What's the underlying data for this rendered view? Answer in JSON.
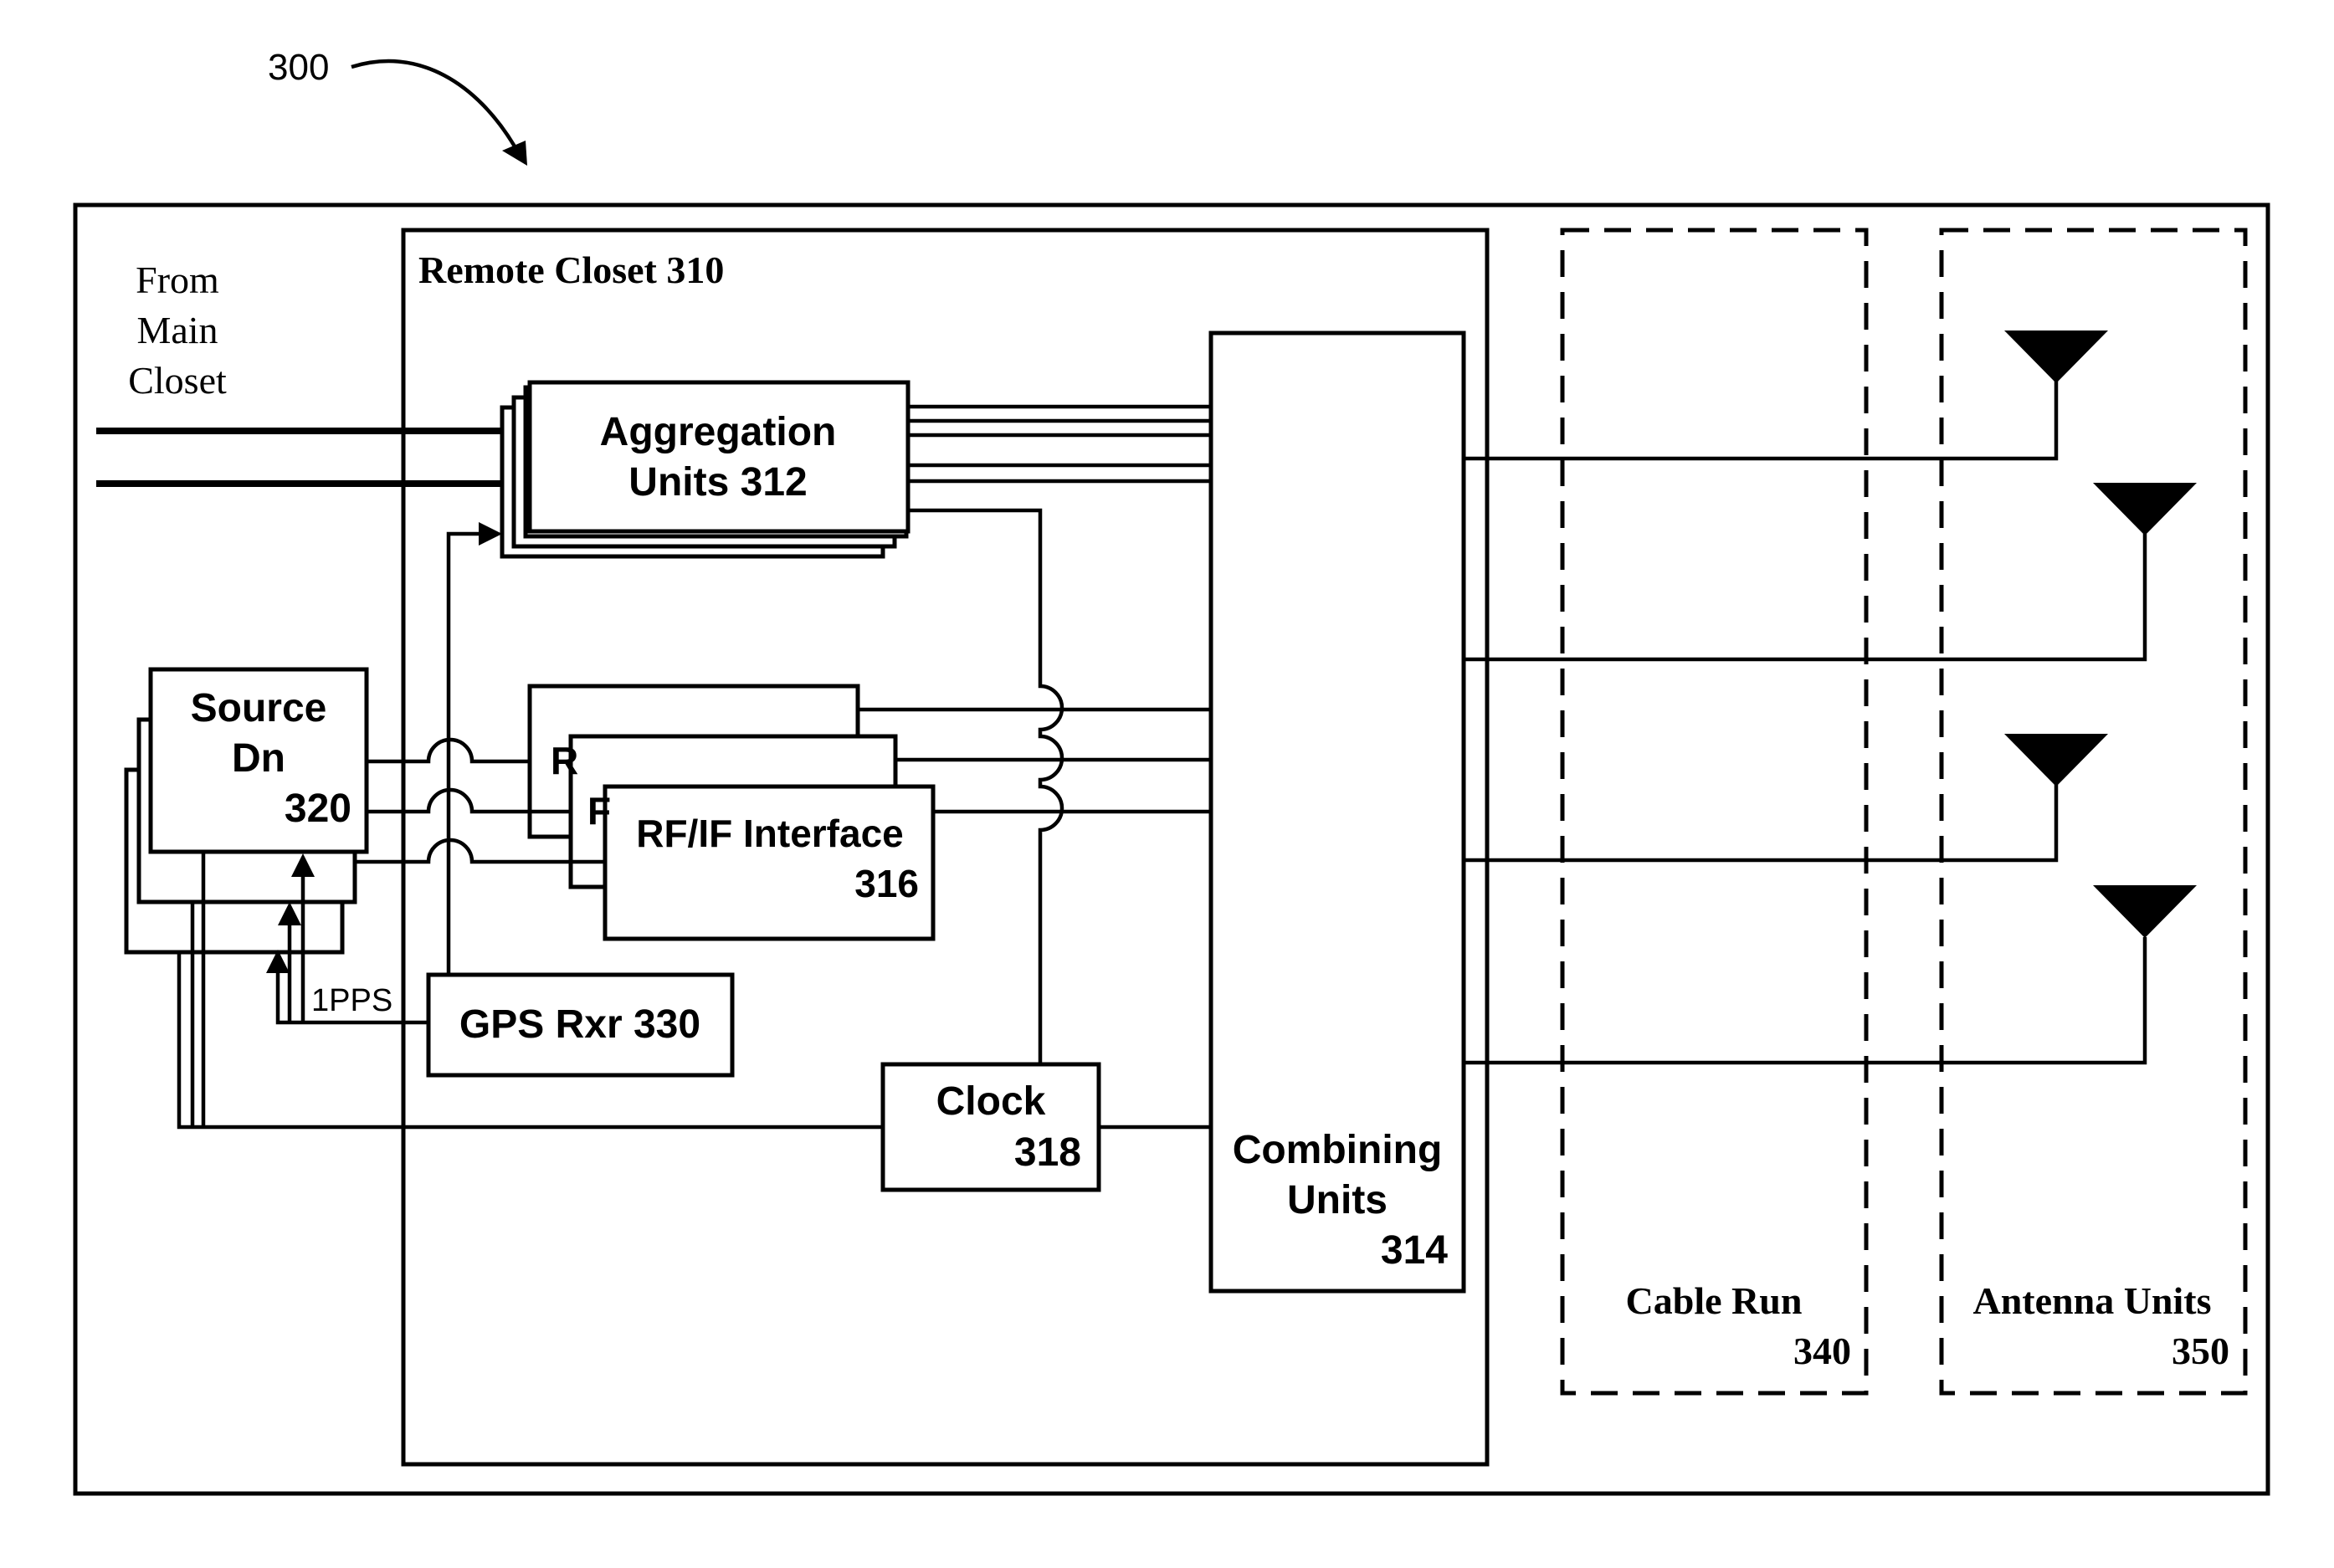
{
  "figure": {
    "ref_number": "300",
    "labels": {
      "from_main_closet": [
        "From",
        "Main",
        "Closet"
      ],
      "remote_closet": "Remote Closet 310",
      "aggregation_units": [
        "Aggregation",
        "Units 312"
      ],
      "source": [
        "Source",
        "Dn",
        "320"
      ],
      "rf_if_interface": [
        "RF/IF Interface",
        "316"
      ],
      "rf_stub_1": "R",
      "rf_stub_2": "F",
      "gps": "GPS Rxr 330",
      "pps": "1PPS",
      "clock": [
        "Clock",
        "318"
      ],
      "combining_units": [
        "Combining",
        "Units",
        "314"
      ],
      "cable_run": [
        "Cable Run",
        "340"
      ],
      "antenna_units": [
        "Antenna Units",
        "350"
      ]
    }
  }
}
